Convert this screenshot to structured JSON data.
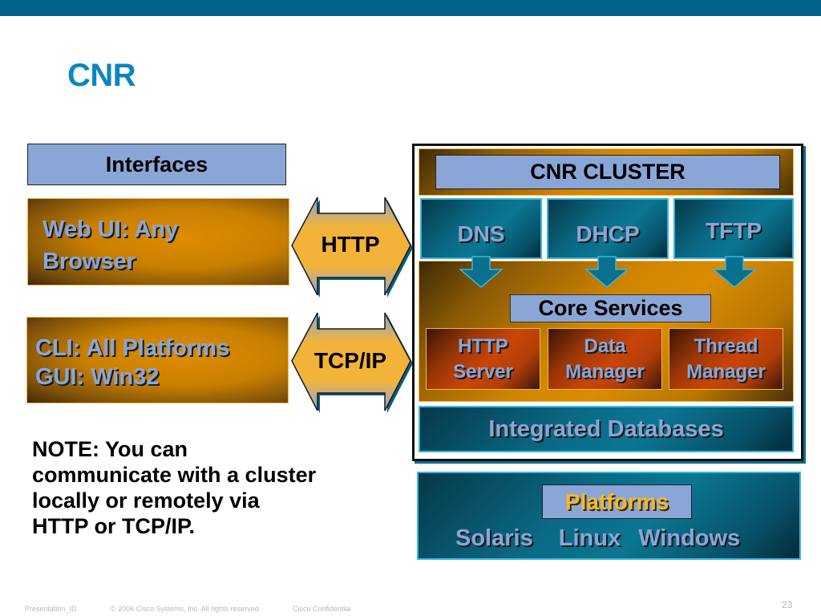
{
  "slide": {
    "title": "CNR",
    "page_number": "23",
    "footer": {
      "presentation_id": "Presentation_ID",
      "copyright": "© 2006 Cisco Systems, Inc. All rights reserved.",
      "confidential": "Cisco Confidential"
    },
    "colors": {
      "top_bar": "#02638a",
      "title": "#0d86c0",
      "label_blue": "#8aa6d6",
      "gold": "#d18600",
      "teal": "#0a6a86",
      "rust": "#c94508",
      "teal_border": "#39b8da",
      "platforms_text": "#f5b82a"
    }
  },
  "interfaces": {
    "header": "Interfaces",
    "boxes": [
      {
        "lines": [
          "Web UI: Any",
          "Browser"
        ]
      },
      {
        "lines": [
          "CLI: All Platforms",
          "GUI: Win32"
        ]
      }
    ]
  },
  "protocols": [
    {
      "label": "HTTP",
      "icon": "double-arrow-icon"
    },
    {
      "label": "TCP/IP",
      "icon": "double-arrow-icon"
    }
  ],
  "cluster": {
    "header": "CNR CLUSTER",
    "services": [
      "DNS",
      "DHCP",
      "TFTP"
    ],
    "core_services_label": "Core Services",
    "components": [
      {
        "lines": [
          "HTTP",
          "Server"
        ]
      },
      {
        "lines": [
          "Data",
          "Manager"
        ]
      },
      {
        "lines": [
          "Thread",
          "Manager"
        ]
      }
    ],
    "databases_label": "Integrated Databases"
  },
  "platforms": {
    "header": "Platforms",
    "items": [
      "Solaris",
      "Linux",
      "Windows"
    ]
  },
  "note": {
    "lines": [
      "NOTE: You can",
      "communicate with a cluster",
      "locally or remotely via",
      "HTTP or TCP/IP."
    ]
  }
}
